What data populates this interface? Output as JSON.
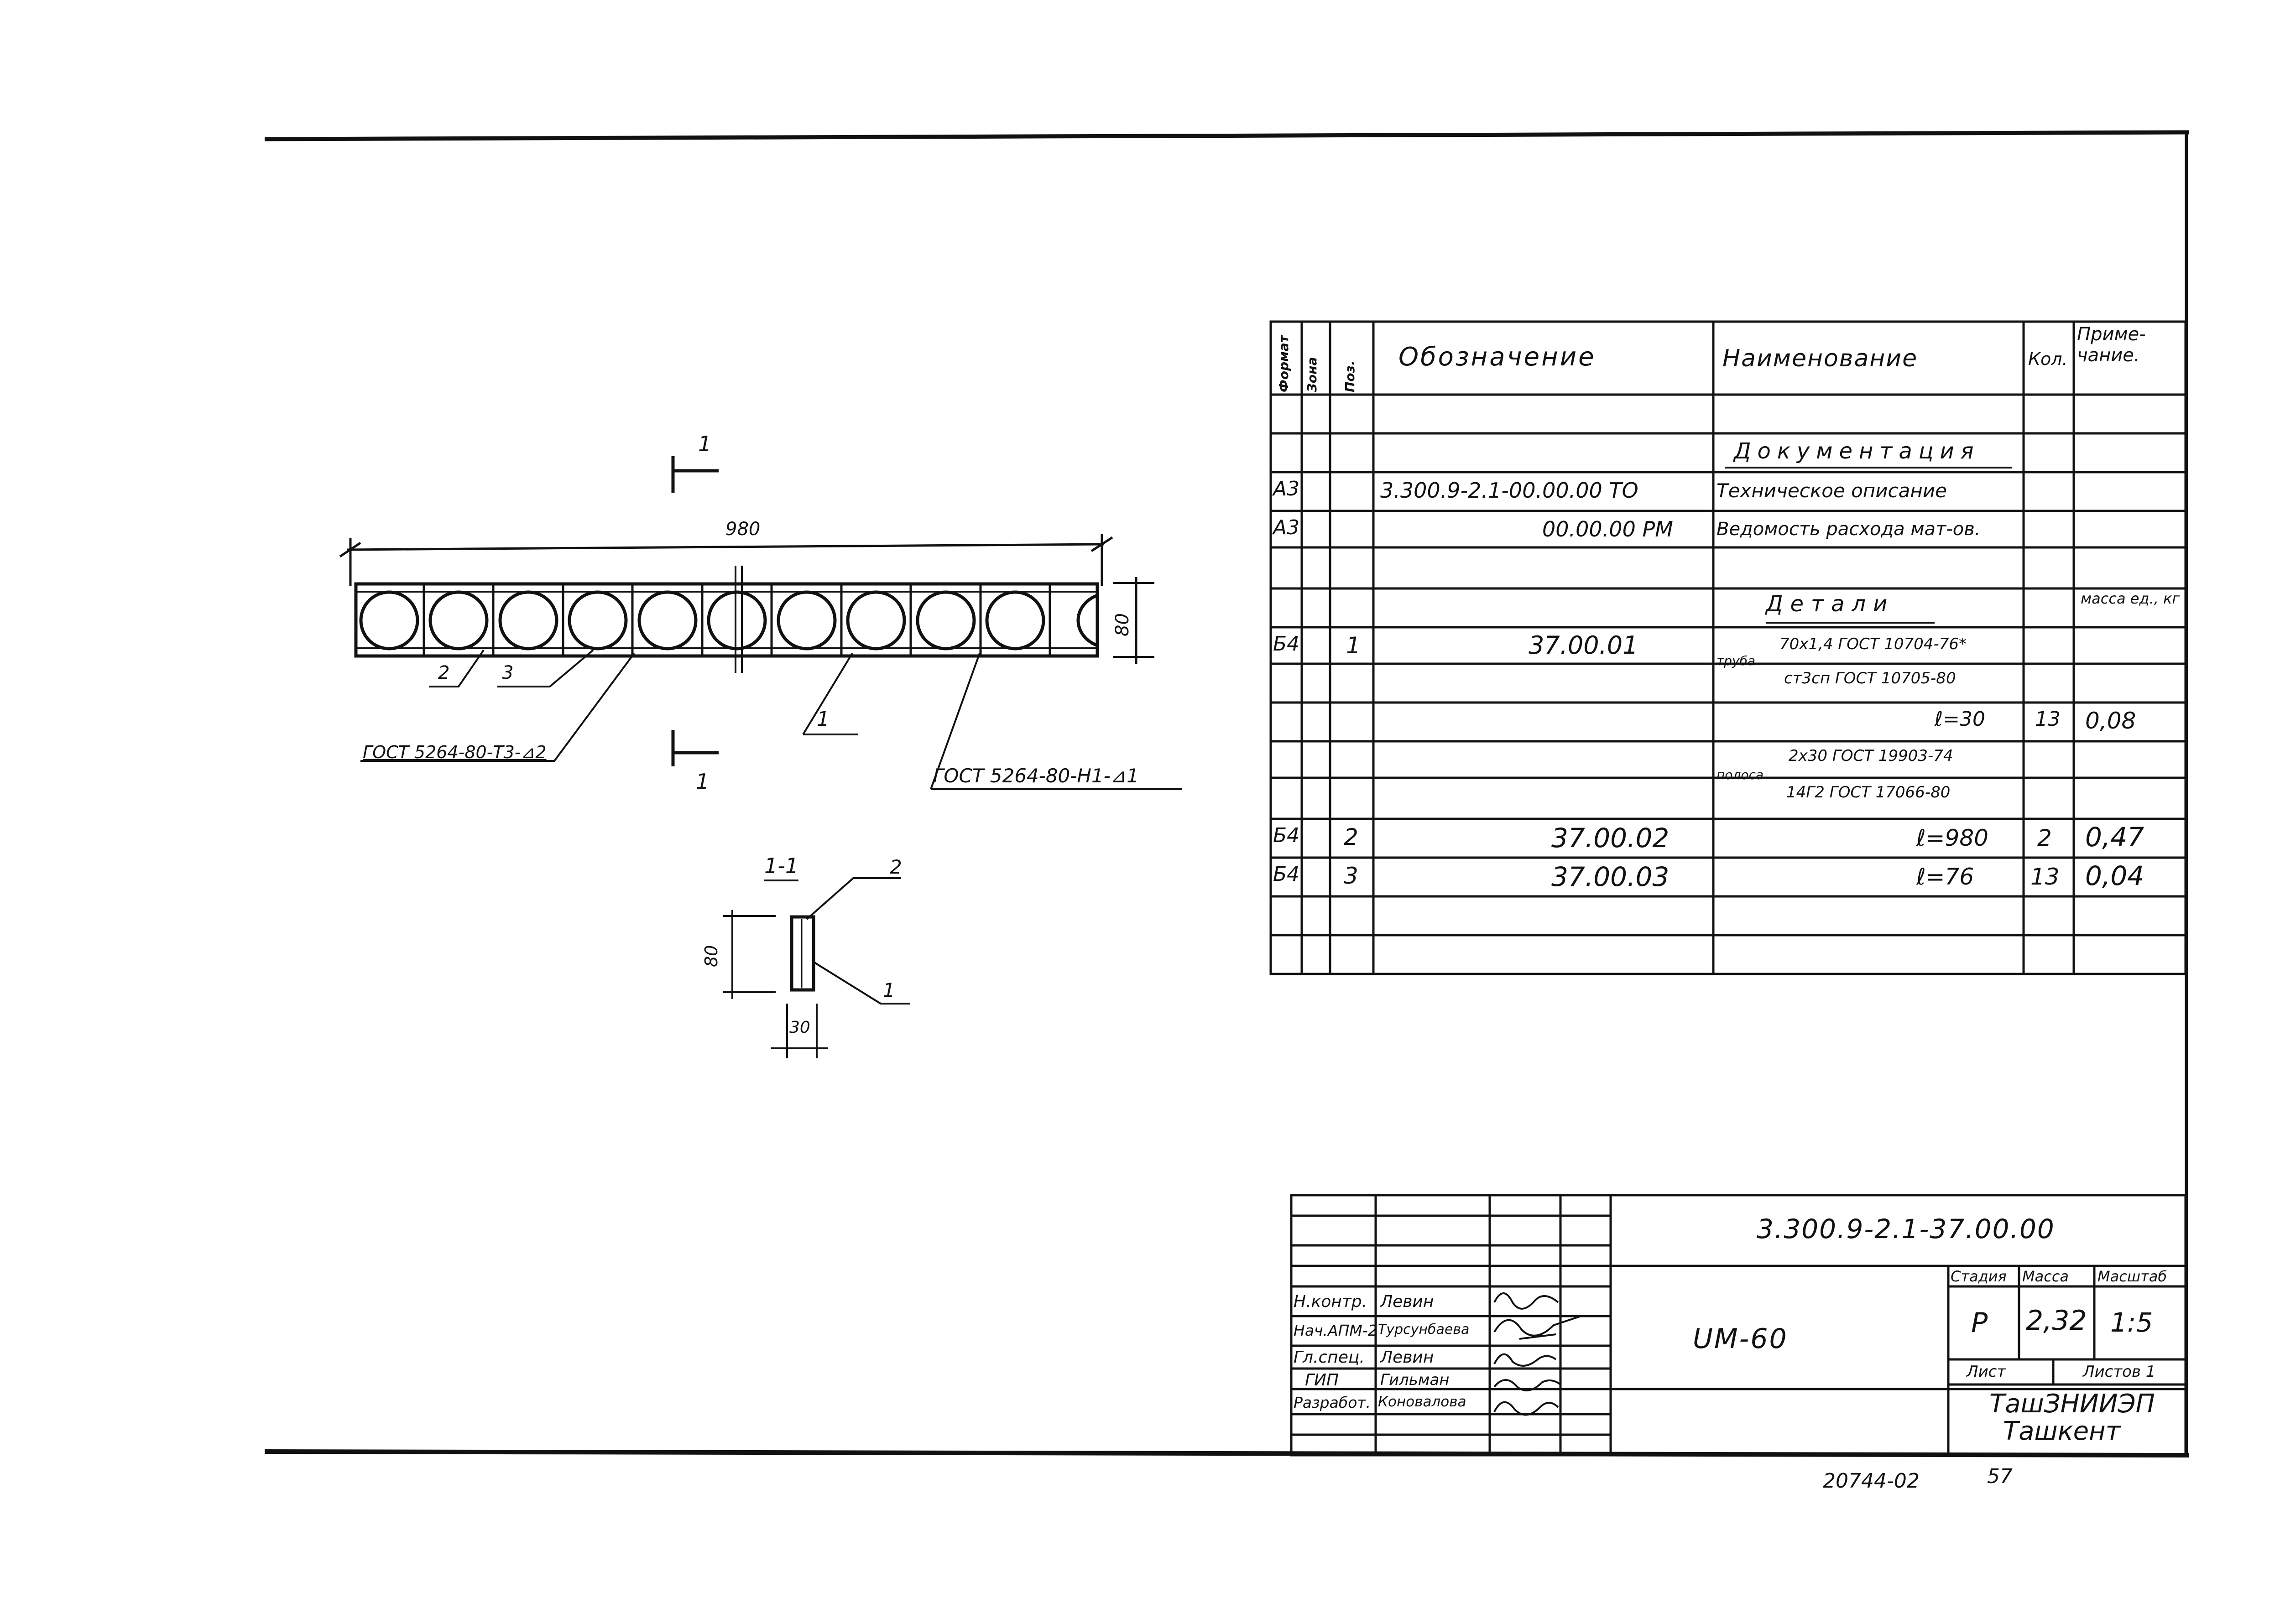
{
  "spec_table": {
    "headers": {
      "format": "Формат",
      "zone": "Зона",
      "pos": "Поз.",
      "designation": "Обозначение",
      "name": "Наименование",
      "qty": "Кол.",
      "note": "Приме-чание."
    },
    "section_docs": "Документация",
    "rows_docs": [
      {
        "format": "А3",
        "designation": "3.300.9-2.1-00.00.00 ТО",
        "name": "Техническое описание"
      },
      {
        "format": "А3",
        "designation": "00.00.00 РМ",
        "name": "Ведомость расхода мат-ов."
      }
    ],
    "section_parts": "Детали",
    "parts_note_header": "масса ед., кг",
    "part1": {
      "format": "Б4",
      "pos": "1",
      "designation": "37.00.01",
      "type1": "труба",
      "material1_line1": "70x1,4 ГОСТ 10704-76*",
      "material1_line2": "ст3сп ГОСТ 10705-80",
      "length": "ℓ=30",
      "qty": "13",
      "mass": "0,08",
      "type2": "полоса",
      "material2_line1": "2x30 ГОСТ 19903-74",
      "material2_line2": "14Г2 ГОСТ 17066-80"
    },
    "part2": {
      "format": "Б4",
      "pos": "2",
      "designation": "37.00.02",
      "length": "ℓ=980",
      "qty": "2",
      "mass": "0,47"
    },
    "part3": {
      "format": "Б4",
      "pos": "3",
      "designation": "37.00.03",
      "length": "ℓ=76",
      "qty": "13",
      "mass": "0,04"
    }
  },
  "drawing": {
    "section_mark": "1",
    "dim_length": "980",
    "dim_height": "80",
    "callout_2": "2",
    "callout_3": "3",
    "callout_1": "1",
    "weld_left": "ГОСТ 5264-80-Т3-⊿2",
    "weld_right": "ГОСТ 5264-80-Н1-⊿1",
    "section_title": "1-1",
    "sec_callout_2": "2",
    "sec_callout_1": "1",
    "sec_dim_h": "80",
    "sec_dim_w": "30"
  },
  "title_block": {
    "code": "3.300.9-2.1-37.00.00",
    "product": "UM-60",
    "stage_label": "Стадия",
    "mass_label": "Масса",
    "scale_label": "Масштаб",
    "stage": "Р",
    "mass": "2,32",
    "scale": "1:5",
    "sheet_label": "Лист",
    "sheets_label": "Листов 1",
    "org_line1": "ТашЗНИИЭП",
    "org_line2": "Ташкент",
    "roles": [
      {
        "role": "Н.контр.",
        "name": "Левин"
      },
      {
        "role": "Нач.АПМ-2",
        "name": "Турсунбаева"
      },
      {
        "role": "Гл.спец.",
        "name": "Левин"
      },
      {
        "role": "ГИП",
        "name": "Гильман"
      },
      {
        "role": "Разработ.",
        "name": "Коновалова"
      }
    ]
  },
  "footer": {
    "archive_no": "20744-02",
    "page": "57"
  }
}
